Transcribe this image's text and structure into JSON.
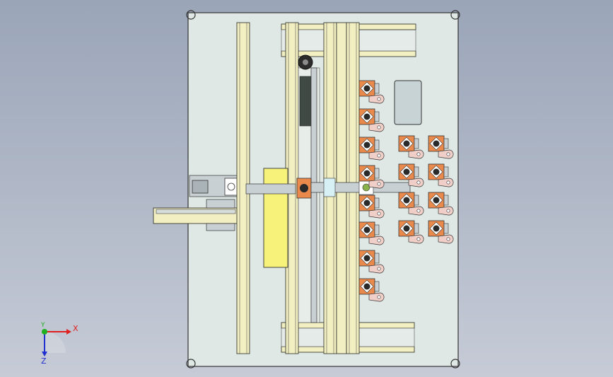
{
  "viewport": {
    "background_top": "#9aa5b8",
    "background_bottom": "#c6cbd6"
  },
  "model": {
    "base_plate_color": "#dfe8e4",
    "rail_color": "#f2f0c2",
    "rail_edge_color": "#3a3a32",
    "block_color": "#f7f27a",
    "steel_color": "#c9d0d3",
    "cylinder_color": "#e98a4c",
    "bracket_color": "#f0cfc8"
  },
  "triad": {
    "x_label": "X",
    "y_label": "Y",
    "z_label": "Z",
    "x_color": "#e02020",
    "y_color": "#20b020",
    "z_color": "#2030d0"
  }
}
